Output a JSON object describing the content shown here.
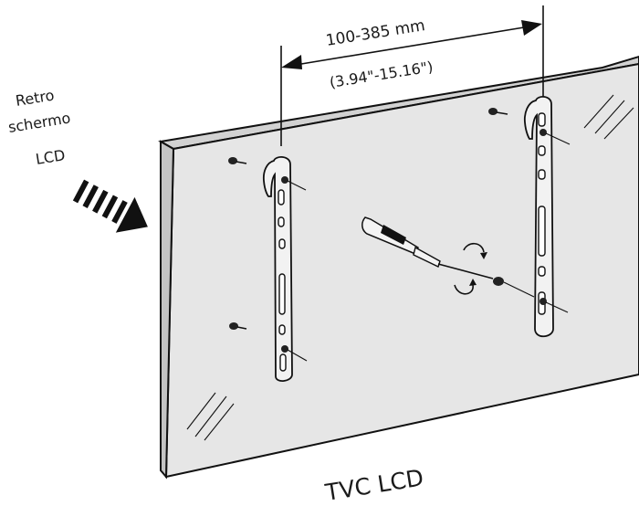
{
  "labels": {
    "measure_mm": "100-385 mm",
    "measure_in": "(3.94\"-15.16\")",
    "back_line1": "Retro",
    "back_line2": "schermo",
    "back_line3": "LCD",
    "tv_label": "TVC LCD"
  },
  "colors": {
    "line": "#111111",
    "panel_face": "#e6e6e6",
    "bracket_fill": "#f2f2f2",
    "arrow_fill": "#111111"
  },
  "icons": [
    "double-arrow",
    "screw-icon",
    "screwdriver-icon",
    "rotate-arrow-icon",
    "back-side-arrow-icon"
  ]
}
